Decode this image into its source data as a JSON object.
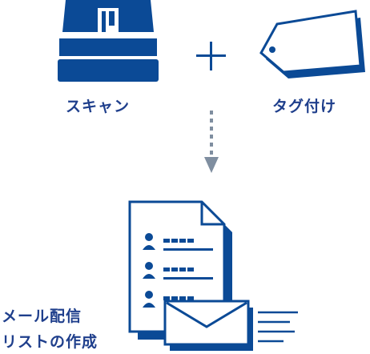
{
  "labels": {
    "scan": "スキャン",
    "tag": "タグ付け",
    "mail_line1": "メール配信",
    "mail_line2": "リストの作成"
  },
  "colors": {
    "primary": "#0b4a96",
    "arrow": "#7f8ea0",
    "label": "#1f3f8c"
  },
  "icons": {
    "scanner": "scanner-icon",
    "plus": "plus-icon",
    "tag": "tag-icon",
    "arrow": "dotted-arrow-down-icon",
    "document": "document-list-icon",
    "envelope": "envelope-icon"
  }
}
